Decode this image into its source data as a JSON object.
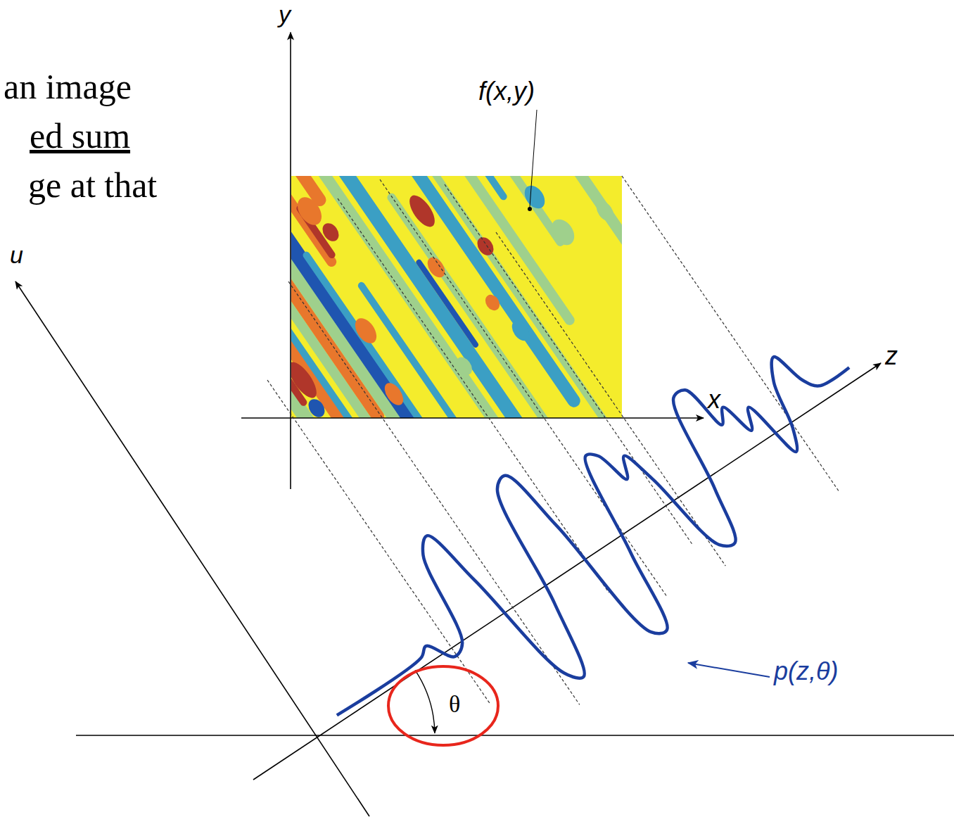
{
  "diagram": {
    "labels": [
      "an image",
      "ed sum",
      "ge at that",
      "y",
      "f(x,y)",
      "x",
      "u",
      "z",
      "p(z,θ)",
      "θ"
    ]
  }
}
